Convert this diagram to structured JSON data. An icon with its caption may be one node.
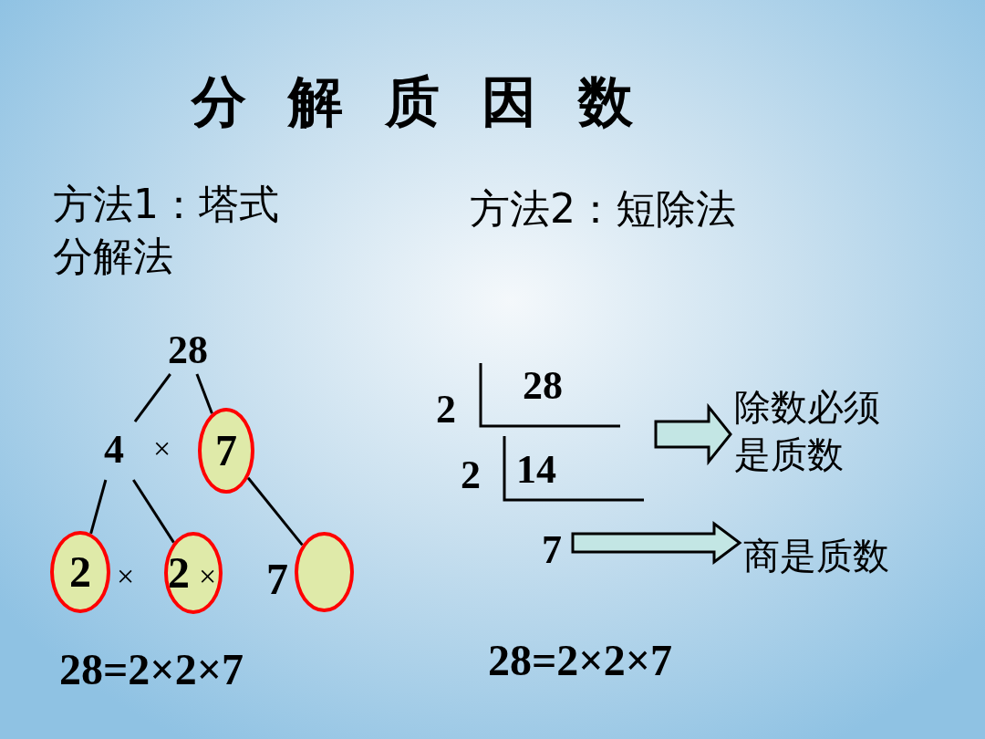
{
  "diagram": {
    "title": "分解质因数",
    "nodes": [
      {
        "text": [
          "28"
        ]
      },
      {
        "text": [
          "4"
        ]
      },
      {
        "text": [
          "7"
        ]
      },
      {
        "text": [
          "2"
        ]
      },
      {
        "text": [
          "2"
        ]
      },
      {
        "text": [],
        "shape": "circle"
      },
      {
        "text": [
          "7"
        ]
      },
      {
        "text": [
          "除数必须是质数"
        ]
      },
      {
        "text": [
          "商是质数"
        ]
      }
    ],
    "edges": [
      {
        "from": 0,
        "to": 1,
        "arrow": "none"
      },
      {
        "from": 0,
        "to": 2,
        "arrow": "none"
      },
      {
        "from": 1,
        "to": 3,
        "arrow": "none"
      },
      {
        "from": 1,
        "to": 4,
        "arrow": "none"
      },
      {
        "from": 2,
        "to": 5,
        "arrow": "none"
      },
      {
        "from": null,
        "to": 7,
        "arrow": "to"
      },
      {
        "from": 6,
        "to": 8,
        "arrow": "to"
      }
    ],
    "labels": [
      "方法1：塔式分解法",
      "方法2：短除法",
      "28",
      "2",
      "×",
      "2",
      "14",
      "×",
      "×",
      "7",
      "28=2×2×7",
      "28=2×2×7"
    ]
  }
}
